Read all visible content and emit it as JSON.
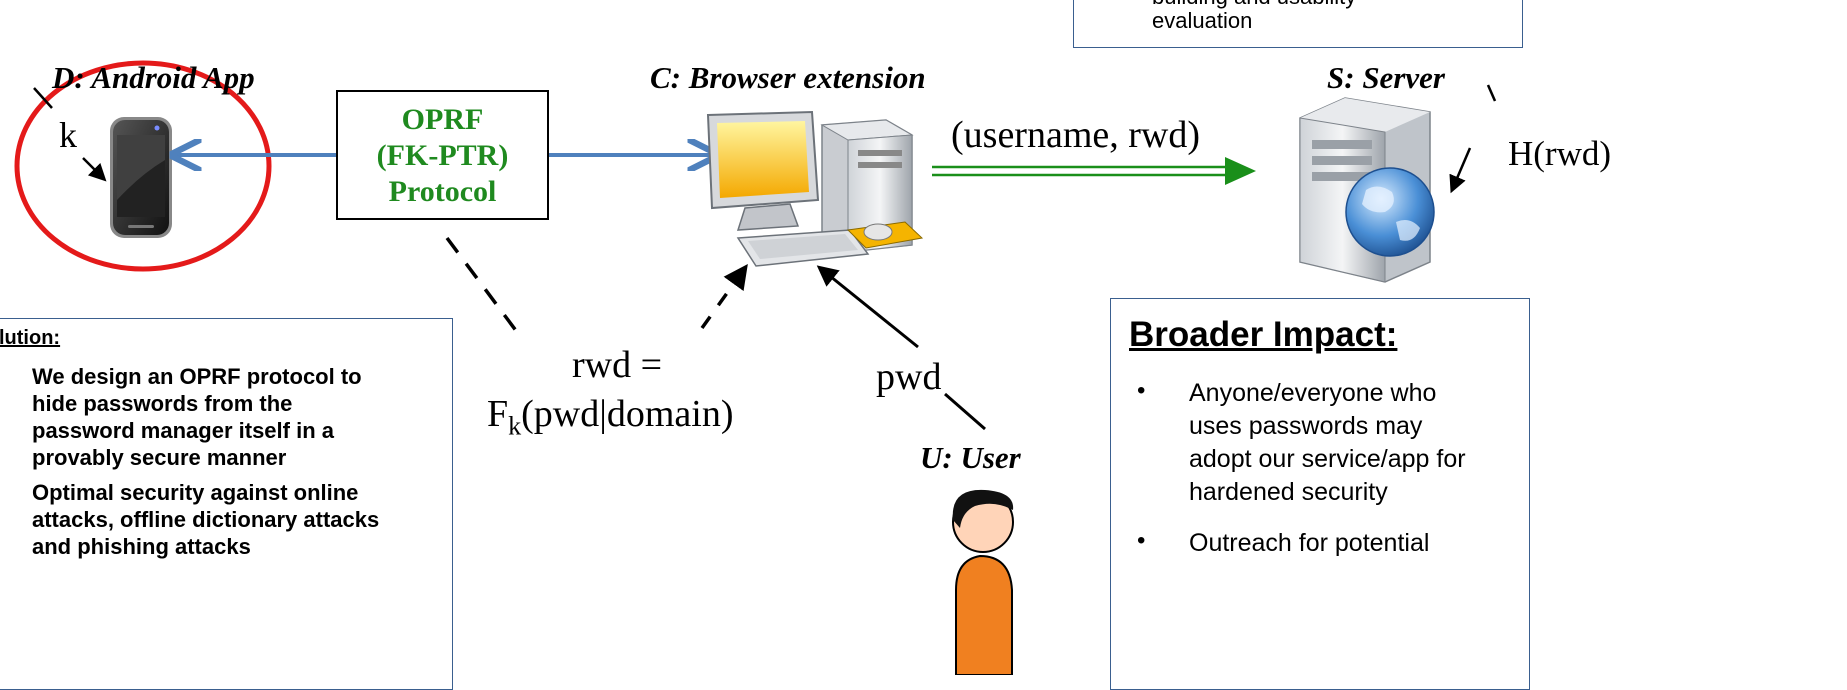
{
  "top_box": {
    "text_line1": "building and usability",
    "text_line2": "evaluation"
  },
  "labels": {
    "device": "D: Android App",
    "client": "C: Browser extension",
    "server": "S: Server",
    "user": "U: User",
    "key": "k",
    "hash": "H(rwd)",
    "message": "(username, rwd)",
    "pwd": "pwd",
    "rwd_lhs": "rwd =",
    "rwd_f": "F",
    "rwd_sub": "k",
    "rwd_arg": "(pwd|domain)"
  },
  "oprf_box": {
    "line1": "OPRF",
    "line2": "(FK-PTR)",
    "line3": "Protocol"
  },
  "solution": {
    "heading": "lution:",
    "items": [
      [
        "We design an OPRF protocol to",
        "hide passwords from the",
        "password manager itself in a",
        "provably secure manner"
      ],
      [
        "Optimal security against online",
        "attacks, offline dictionary attacks",
        "and phishing attacks"
      ]
    ]
  },
  "impact": {
    "heading": "Broader Impact:",
    "bullet": "•",
    "items": [
      [
        "Anyone/everyone who",
        "uses passwords may",
        "adopt our service/app for",
        "hardened security"
      ],
      [
        "Outreach for potential"
      ]
    ]
  },
  "colors": {
    "arrow_blue": "#4f81bd",
    "arrow_green": "#1a8f1a",
    "oprf_green": "#1f8a1f",
    "circle_red": "#e41a1a",
    "box_border": "#3a5f8f"
  },
  "icons": [
    "android-phone-icon",
    "desktop-computer-icon",
    "server-globe-icon",
    "user-avatar-icon"
  ]
}
